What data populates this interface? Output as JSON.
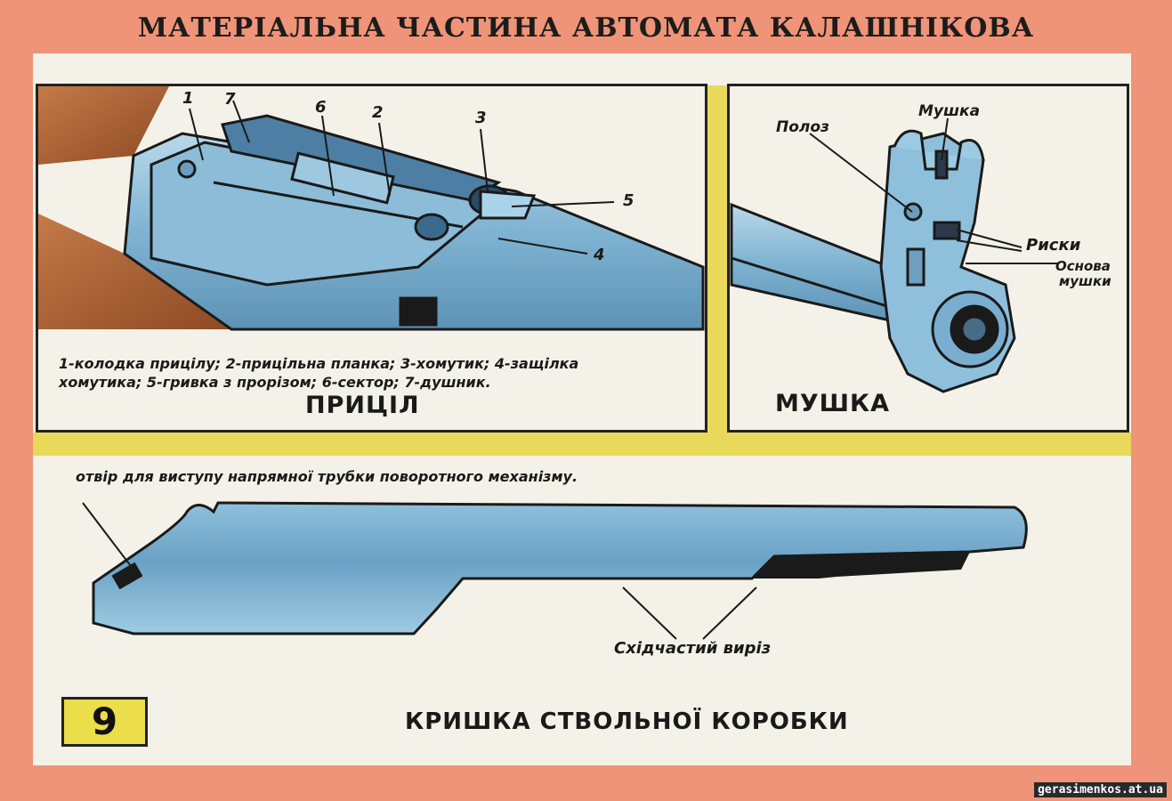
{
  "title": "МАТЕРІАЛЬНА ЧАСТИНА  АВТОМАТА  КАЛАШНІКОВА",
  "sight_panel": {
    "numbers": [
      "1",
      "7",
      "6",
      "2",
      "3",
      "5",
      "4"
    ],
    "legend_line1": "1-колодка прицілу;  2-прицільна планка;  3-хомутик;  4-защілка",
    "legend_line2": "хомутика;  5-гривка з прорізом;  6-сектор;      7-душник.",
    "heading": "ПРИЦІЛ"
  },
  "front_sight_panel": {
    "label_polos": "Полоз",
    "label_mushka": "Мушка",
    "label_ryski": "Риски",
    "label_osnova_1": "Основа",
    "label_osnova_2": "мушки",
    "heading": "МУШКА"
  },
  "cover_panel": {
    "hole_label": "отвір  для  виступу  напрямної  трубки  поворотного  механізму.",
    "cutout_label": "Східчастий  виріз",
    "heading": "КРИШКА  СТВОЛЬНОЇ  КОРОБКИ"
  },
  "page_number": "9",
  "watermark": "gerasimenkos.at.ua",
  "colors": {
    "border": "#ef9478",
    "accent_yellow": "#e9d95a",
    "metal": "#7fb3d2",
    "wood": "#b86a3c"
  }
}
